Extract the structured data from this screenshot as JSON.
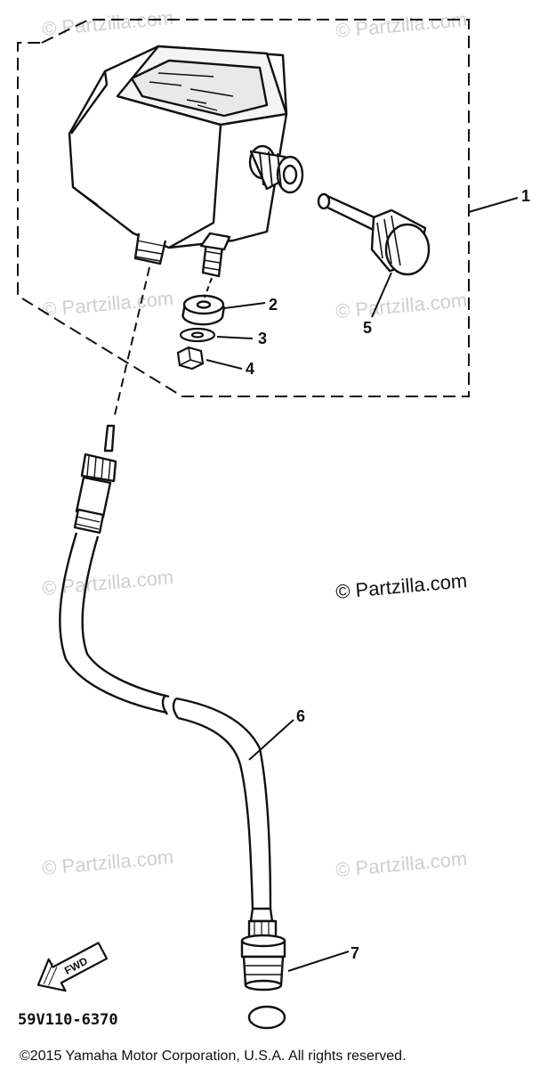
{
  "watermark": "© Partzilla.com",
  "brand_watermark": "© Partzilla.com",
  "callouts": [
    "1",
    "2",
    "3",
    "4",
    "5",
    "6",
    "7"
  ],
  "fwd_label": "FWD",
  "diagram_code": "59V110-6370",
  "copyright": "©2015 Yamaha Motor Corporation, U.S.A. All rights reserved."
}
